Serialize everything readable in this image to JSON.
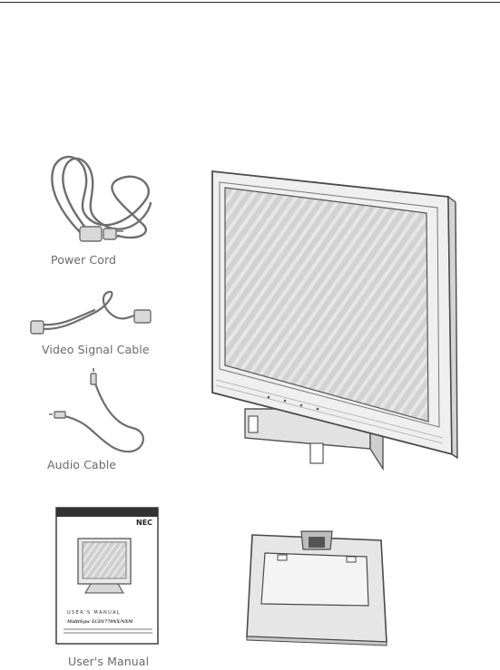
{
  "accessories": {
    "power_cord": "Power Cord",
    "video_cable": "Video Signal Cable",
    "audio_cable": "Audio Cable",
    "manual": "User's Manual"
  },
  "manual_cover": {
    "brand": "NEC",
    "heading": "USER'S MANUAL",
    "product": "MultiSync LCD1770NX/NXM"
  },
  "colors": {
    "line": "#555555",
    "screen": "#cfcfcf",
    "bezel": "#eeeeee",
    "caption": "#6a6a6a"
  }
}
